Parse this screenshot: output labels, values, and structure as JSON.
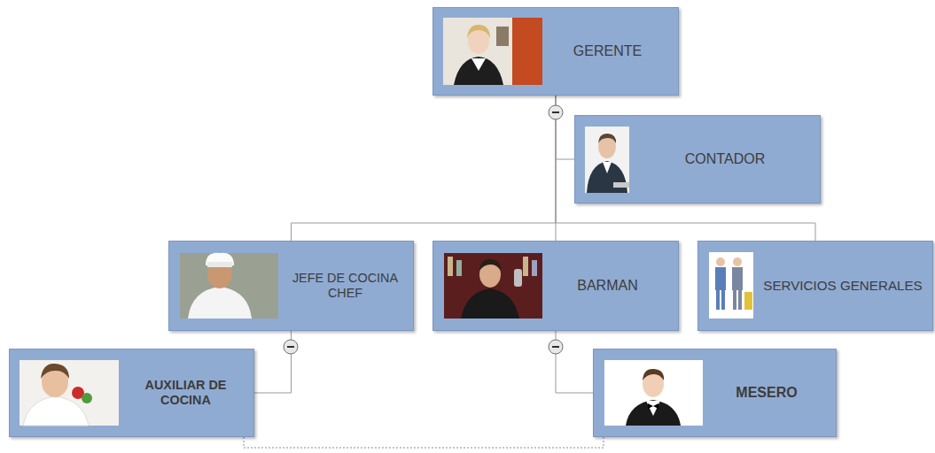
{
  "diagram": {
    "nodes": [
      {
        "text": [
          "GERENTE"
        ]
      },
      {
        "text": [
          "CONTADOR"
        ]
      },
      {
        "text": [
          "JEFE DE COCINA CHEF"
        ]
      },
      {
        "text": [
          "BARMAN"
        ]
      },
      {
        "text": [
          "SERVICIOS GENERALES"
        ]
      },
      {
        "text": [
          "AUXILIAR DE COCINA"
        ]
      },
      {
        "text": [
          "MESERO"
        ]
      }
    ],
    "edges": [
      {
        "from": 0,
        "to": 1,
        "arrow": "none"
      },
      {
        "from": 0,
        "to": 2,
        "arrow": "none"
      },
      {
        "from": 0,
        "to": 3,
        "arrow": "none"
      },
      {
        "from": 0,
        "to": 4,
        "arrow": "none"
      },
      {
        "from": 2,
        "to": 5,
        "arrow": "none"
      },
      {
        "from": 3,
        "to": 6,
        "arrow": "none"
      },
      {
        "from": 5,
        "to": 6,
        "arrow": "none"
      }
    ]
  }
}
